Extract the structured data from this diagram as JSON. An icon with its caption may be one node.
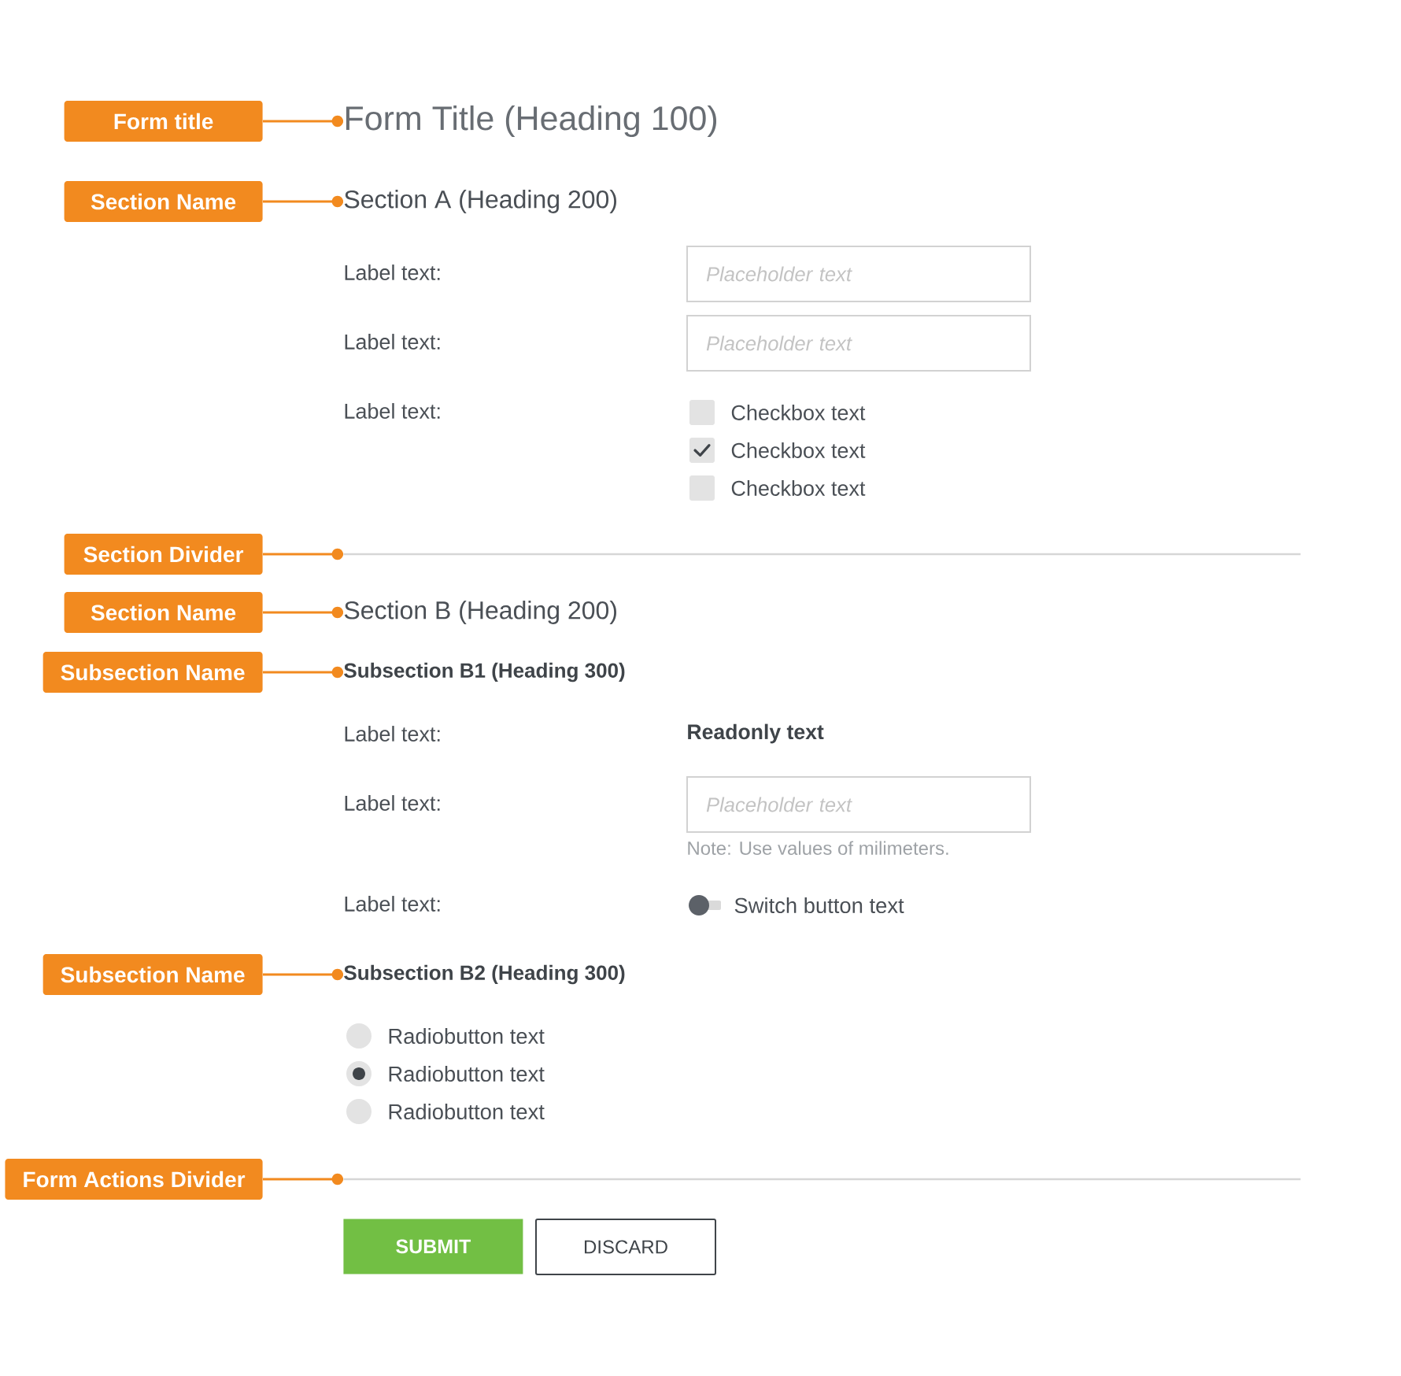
{
  "diagram": {
    "nodes": [
      {
        "text": [
          "Form title"
        ]
      },
      {
        "text": [
          "Form Title (Heading 100)"
        ]
      },
      {
        "text": [
          "Section Name"
        ]
      },
      {
        "text": [
          "Section A (Heading 200)"
        ]
      },
      {
        "text": [
          "Placeholder text"
        ]
      },
      {
        "text": [
          "Placeholder text"
        ]
      },
      {
        "text": [
          "Section Divider"
        ]
      },
      {
        "text": [],
        "shape": "line"
      },
      {
        "text": [
          "Section Name"
        ]
      },
      {
        "text": [
          "Section B (Heading 200)"
        ]
      },
      {
        "text": [
          "Subsection Name"
        ]
      },
      {
        "text": [
          "Subsection B1 (Heading 300)"
        ]
      },
      {
        "text": [
          "Placeholder text"
        ],
        "beside": [
          "Note: Use values of milimeters."
        ]
      },
      {
        "text": [
          "Subsection Name"
        ]
      },
      {
        "text": [
          "Subsection B2 (Heading 300)"
        ]
      },
      {
        "text": [
          "Form Actions Divider"
        ]
      },
      {
        "text": [],
        "shape": "line"
      },
      {
        "text": [
          "SUBMIT"
        ]
      },
      {
        "text": [
          "DISCARD"
        ]
      }
    ],
    "edges": [
      {
        "from": 0,
        "to": 1,
        "arrow": "other"
      },
      {
        "from": 2,
        "to": 3,
        "arrow": "other"
      },
      {
        "from": 6,
        "to": 7,
        "arrow": "other"
      },
      {
        "from": 8,
        "to": 9,
        "arrow": "other"
      },
      {
        "from": 10,
        "to": 11,
        "arrow": "other"
      },
      {
        "from": 13,
        "to": 14,
        "arrow": "other"
      },
      {
        "from": 15,
        "to": 16,
        "arrow": "other"
      }
    ],
    "labels": [
      "Label text:",
      "Label text:",
      "Label text:",
      "Checkbox text",
      "Checkbox text",
      "Checkbox text",
      "Label text:",
      "Readonly text",
      "Label text:",
      "Label text:",
      "Switch button text",
      "Radiobutton text",
      "Radiobutton text",
      "Radiobutton text"
    ]
  }
}
